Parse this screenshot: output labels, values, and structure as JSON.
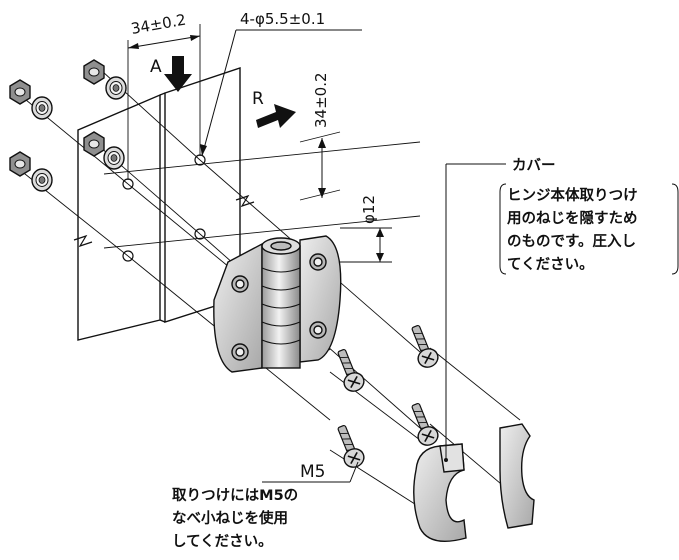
{
  "dimensions": {
    "pitch_horizontal": "34±0.2",
    "holes": "4-φ5.5±0.1",
    "pitch_vertical": "34±0.2",
    "diameter": "φ12"
  },
  "labels": {
    "view_a": "A",
    "view_r": "R",
    "screw_size": "M5"
  },
  "cover_note": {
    "title": "カバー",
    "lines": [
      "ヒンジ本体取りつけ",
      "用のねじを隠すため",
      "のものです。圧入し",
      "てください。"
    ]
  },
  "screw_note": {
    "lines": [
      "取りつけにはM5の",
      "なべ小ねじを使用",
      "してください。"
    ]
  },
  "colors": {
    "line": "#111111",
    "part_fill": "#d4d4d4",
    "part_dark": "#9a9a9a"
  }
}
